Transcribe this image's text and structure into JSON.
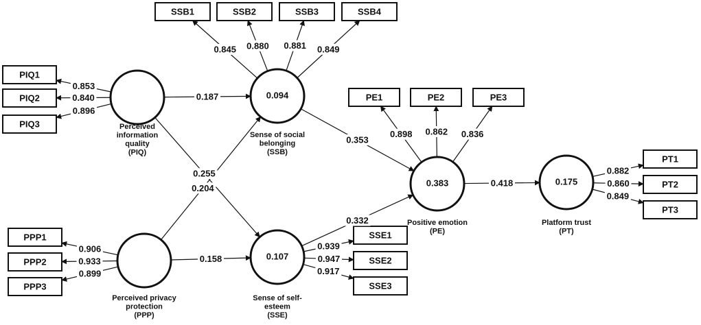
{
  "constructs": {
    "piq": {
      "name_lines": [
        "Perceived",
        "information",
        "quality",
        "(PIQ)"
      ],
      "r2": ""
    },
    "ppp": {
      "name_lines": [
        "Perceived privacy",
        "protection",
        "(PPP)"
      ],
      "r2": ""
    },
    "ssb": {
      "name_lines": [
        "Sense of social",
        "belonging",
        "(SSB)"
      ],
      "r2": "0.094"
    },
    "sse": {
      "name_lines": [
        "Sense of self-",
        "esteem",
        "(SSE)"
      ],
      "r2": "0.107"
    },
    "pe": {
      "name_lines": [
        "Positive emotion",
        "(PE)"
      ],
      "r2": "0.383"
    },
    "pt": {
      "name_lines": [
        "Platform trust",
        "(PT)"
      ],
      "r2": "0.175"
    }
  },
  "indicators": {
    "piq1": {
      "label": "PIQ1",
      "loading": "0.853"
    },
    "piq2": {
      "label": "PIQ2",
      "loading": "0.840"
    },
    "piq3": {
      "label": "PIQ3",
      "loading": "0.896"
    },
    "ppp1": {
      "label": "PPP1",
      "loading": "0.906"
    },
    "ppp2": {
      "label": "PPP2",
      "loading": "0.933"
    },
    "ppp3": {
      "label": "PPP3",
      "loading": "0.899"
    },
    "ssb1": {
      "label": "SSB1",
      "loading": "0.845"
    },
    "ssb2": {
      "label": "SSB2",
      "loading": "0.880"
    },
    "ssb3": {
      "label": "SSB3",
      "loading": "0.881"
    },
    "ssb4": {
      "label": "SSB4",
      "loading": "0.849"
    },
    "sse1": {
      "label": "SSE1",
      "loading": "0.939"
    },
    "sse2": {
      "label": "SSE2",
      "loading": "0.947"
    },
    "sse3": {
      "label": "SSE3",
      "loading": "0.917"
    },
    "pe1": {
      "label": "PE1",
      "loading": "0.898"
    },
    "pe2": {
      "label": "PE2",
      "loading": "0.862"
    },
    "pe3": {
      "label": "PE3",
      "loading": "0.836"
    },
    "pt1": {
      "label": "PT1",
      "loading": "0.882"
    },
    "pt2": {
      "label": "PT2",
      "loading": "0.860"
    },
    "pt3": {
      "label": "PT3",
      "loading": "0.849"
    }
  },
  "paths": {
    "piq_ssb": "0.187",
    "piq_sse": "0.255",
    "ppp_ssb": "0.204",
    "ppp_sse": "0.158",
    "ssb_pe": "0.353",
    "sse_pe": "0.332",
    "pe_pt": "0.418"
  }
}
